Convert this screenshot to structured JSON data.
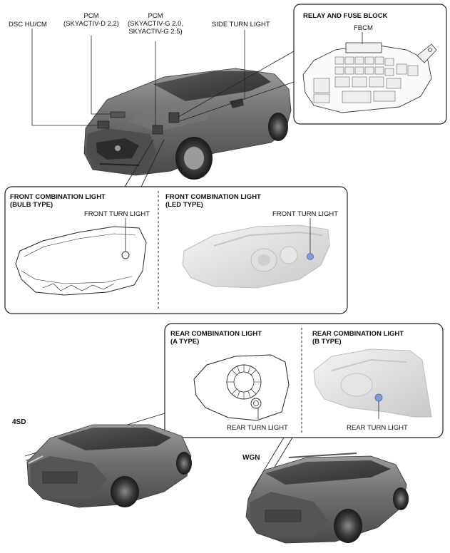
{
  "top_labels": {
    "dsc": "DSC HU/CM",
    "pcm_d_line1": "PCM",
    "pcm_d_line2": "(SKYACTIV-D 2.2)",
    "pcm_g_line1": "PCM",
    "pcm_g_line2": "(SKYACTIV-G 2.0,",
    "pcm_g_line3": "SKYACTIV-G 2.5)",
    "side_turn": "SIDE TURN LIGHT"
  },
  "relay_box": {
    "title": "RELAY AND FUSE BLOCK",
    "fbcm": "FBCM"
  },
  "front_box": {
    "bulb_title_1": "FRONT COMBINATION LIGHT",
    "bulb_title_2": "(BULB TYPE)",
    "bulb_label": "FRONT TURN LIGHT",
    "led_title_1": "FRONT COMBINATION LIGHT",
    "led_title_2": "(LED TYPE)",
    "led_label": "FRONT TURN LIGHT"
  },
  "rear_box": {
    "a_title_1": "REAR COMBINATION LIGHT",
    "a_title_2": "(A TYPE)",
    "a_label": "REAR TURN LIGHT",
    "b_title_1": "REAR COMBINATION LIGHT",
    "b_title_2": "(B TYPE)",
    "b_label": "REAR TURN LIGHT"
  },
  "variants": {
    "sedan": "4SD",
    "wagon": "WGN"
  },
  "colors": {
    "car_body": "#5d5d5d",
    "highlight_blue": "#7d9bd6",
    "frame": "#222222"
  }
}
